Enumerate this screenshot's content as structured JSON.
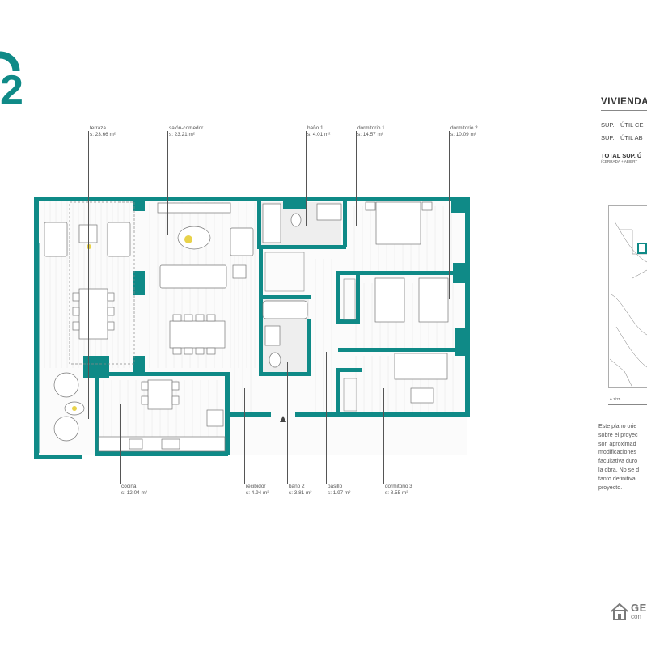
{
  "brand": {
    "unit_number": "2",
    "company_name": "GE",
    "company_sub": "con"
  },
  "sheet": {
    "title": "VIVIENDA",
    "surface_rows": [
      {
        "key": "SUP.",
        "value": "ÚTIL CE"
      },
      {
        "key": "SUP.",
        "value": "ÚTIL AB"
      }
    ],
    "total_label": "TOTAL SUP. Ú",
    "total_sub": "(CERRADA + ABIERT",
    "scale": "e 1/75",
    "note": "Este plano orie\nsobre el proyec\nson aproximad\nmodificaciones\nfacultativa duro\nla obra. No se d\ntanto definitiva\nproyecto."
  },
  "rooms": {
    "terraza": {
      "name": "terraza",
      "area": "s: 23.66 m²"
    },
    "salon": {
      "name": "salón-comedor",
      "area": "s: 23.21 m²"
    },
    "bano1": {
      "name": "baño 1",
      "area": "s: 4.01 m²"
    },
    "dormitorio1": {
      "name": "dormitorio 1",
      "area": "s: 14.57 m²"
    },
    "dormitorio2": {
      "name": "dormitorio 2",
      "area": "s: 10.09 m²"
    },
    "cocina": {
      "name": "cocina",
      "area": "s: 12.04 m²"
    },
    "recibidor": {
      "name": "recibidor",
      "area": "s: 4.94 m²"
    },
    "bano2": {
      "name": "baño 2",
      "area": "s: 3.81 m²"
    },
    "pasillo": {
      "name": "pasillo",
      "area": "s: 1.97 m²"
    },
    "dormitorio3": {
      "name": "dormitorio 3",
      "area": "s: 8.55 m²"
    }
  },
  "colors": {
    "wall": "#0f8a87",
    "floor": "#fbfbfb",
    "line": "#9a9a9a",
    "accent_yellow": "#e8d24a",
    "accent_green": "#9ccf6a"
  },
  "icons": [
    "house-logo-icon",
    "entrance-arrow-icon"
  ]
}
